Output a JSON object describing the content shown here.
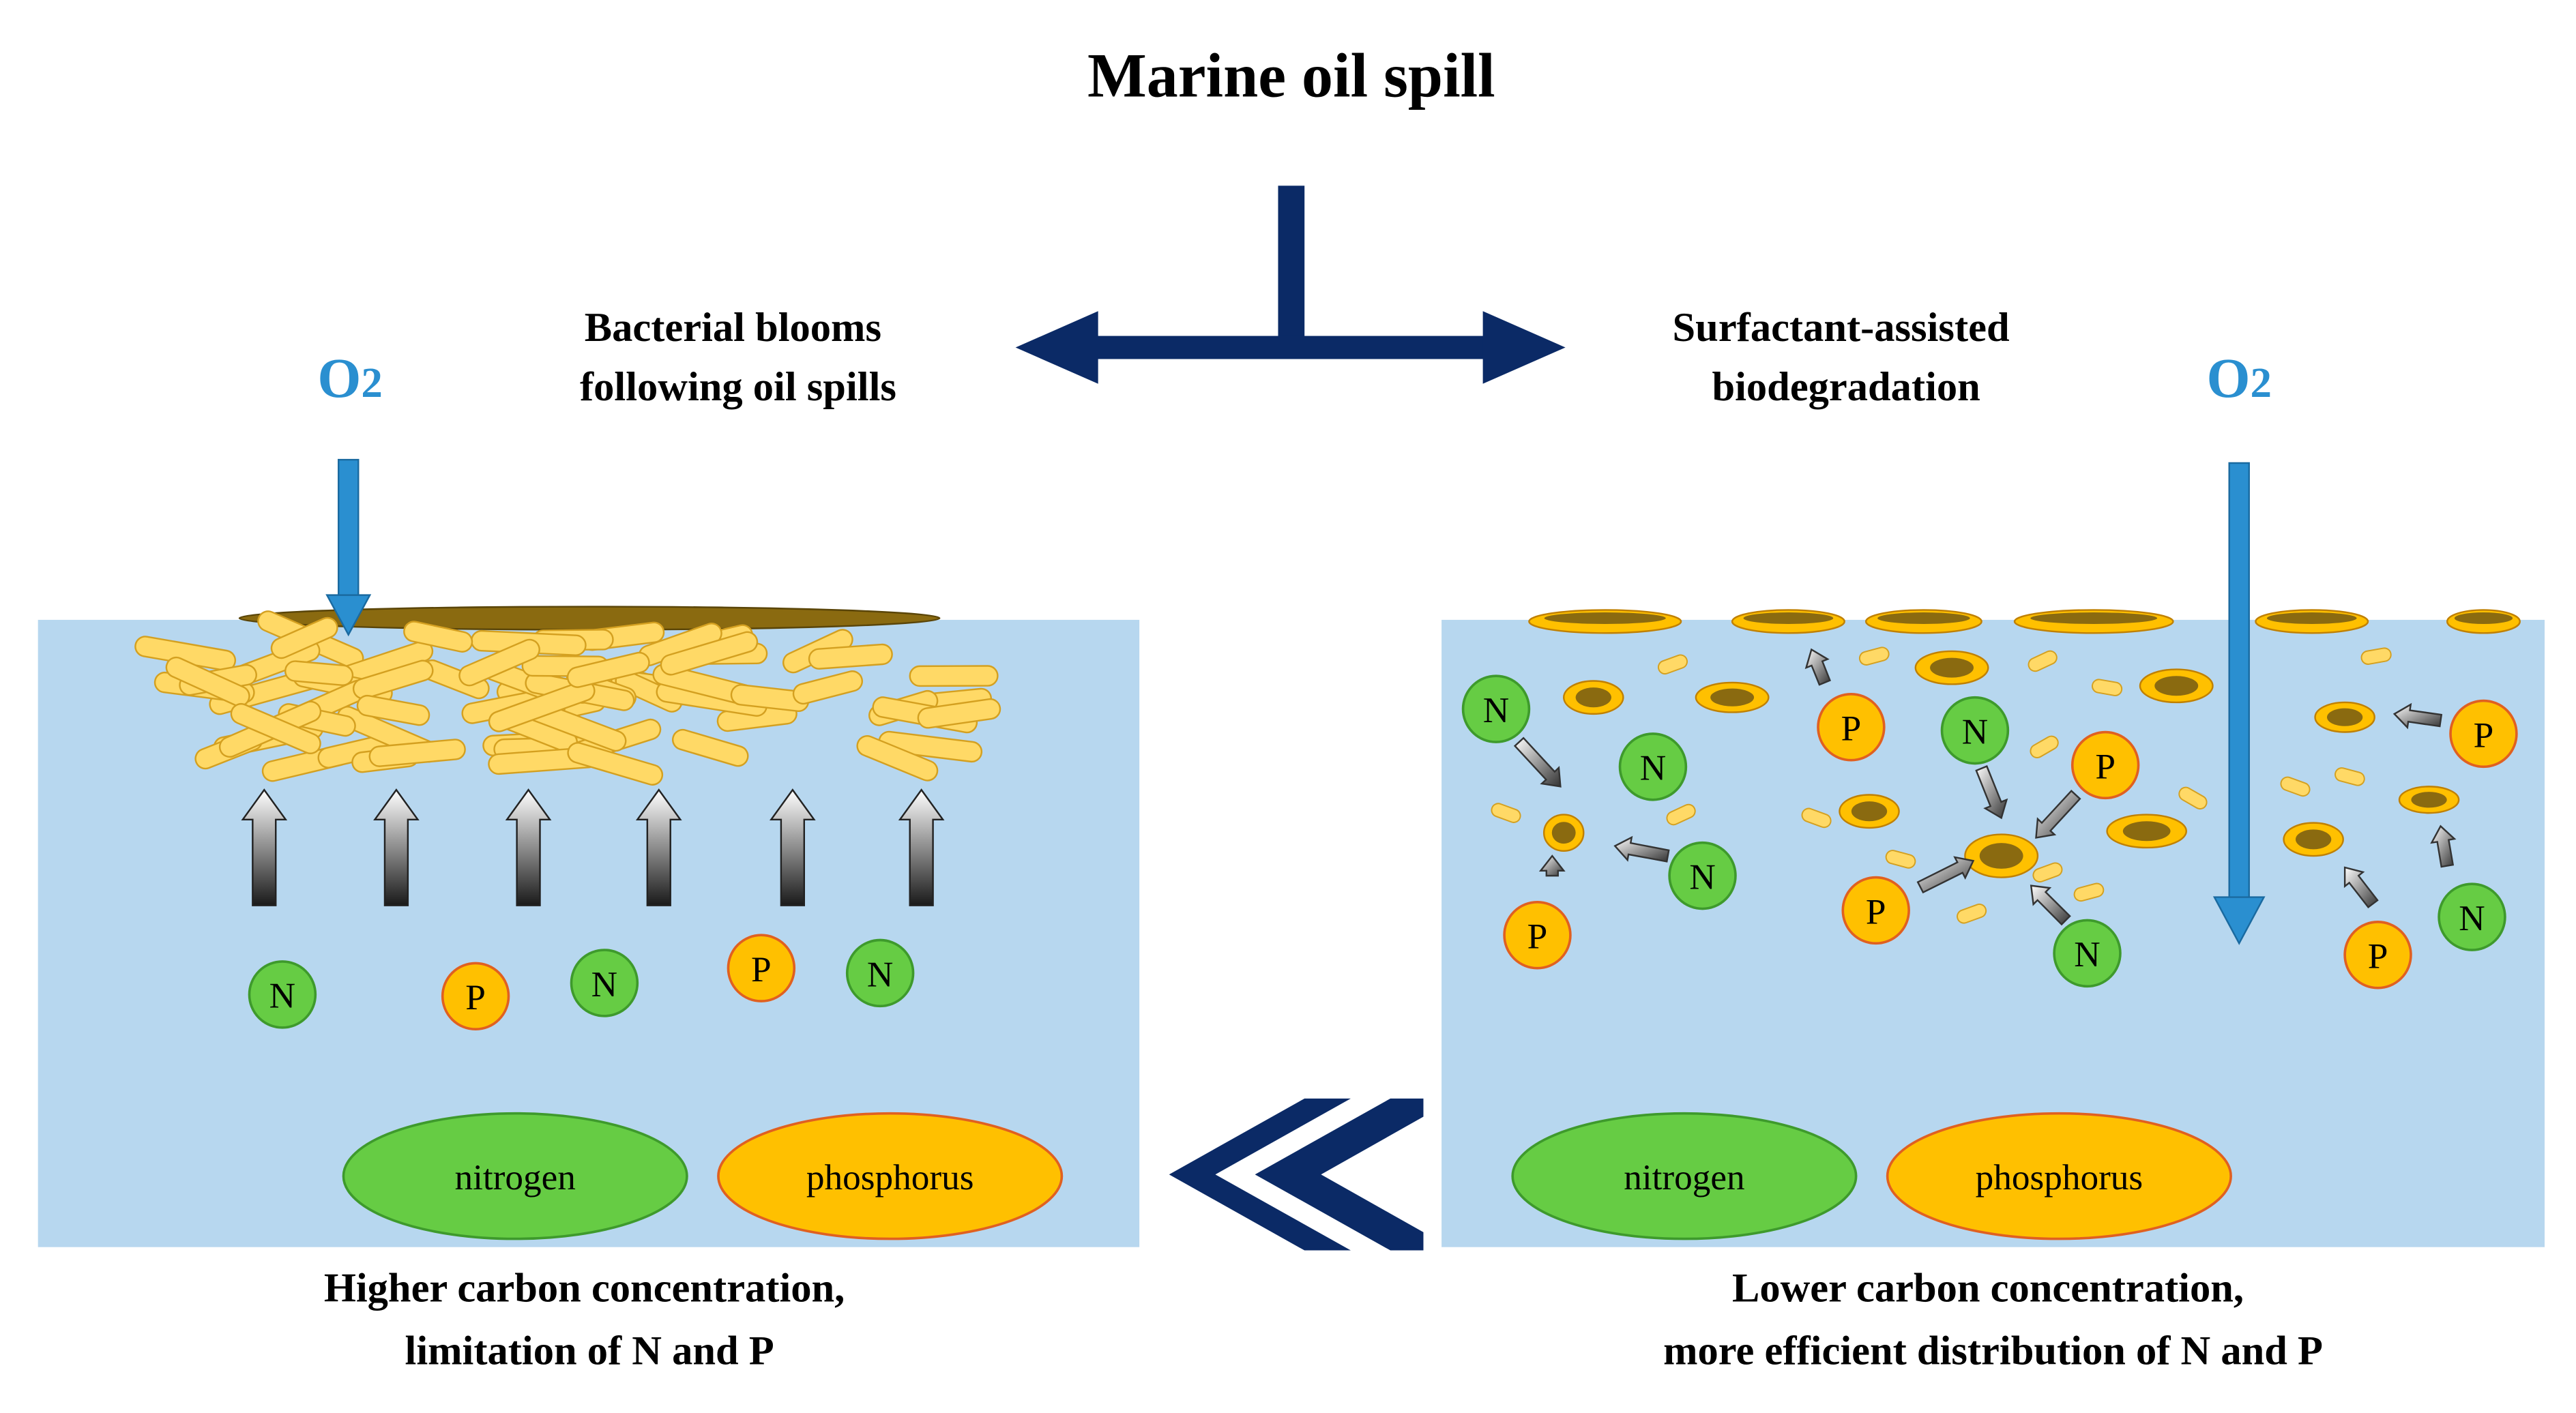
{
  "title": "Marine oil spill",
  "left_branch": {
    "heading_line1": "Bacterial blooms",
    "heading_line2": "following oil spills",
    "o2_label": "O2",
    "caption_line1": "Higher carbon concentration,",
    "caption_line2": "limitation of N and P",
    "nutrients": [
      {
        "symbol": "N",
        "kind": "nitrogen"
      },
      {
        "symbol": "P",
        "kind": "phosphorus"
      },
      {
        "symbol": "N",
        "kind": "nitrogen"
      },
      {
        "symbol": "P",
        "kind": "phosphorus"
      },
      {
        "symbol": "N",
        "kind": "nitrogen"
      }
    ],
    "legend_nitrogen": "nitrogen",
    "legend_phosphorus": "phosphorus"
  },
  "right_branch": {
    "heading_line1": "Surfactant-assisted",
    "heading_line2": "biodegradation",
    "o2_label": "O2",
    "caption_line1": "Lower carbon concentration,",
    "caption_line2": "more efficient distribution of N and P",
    "legend_nitrogen": "nitrogen",
    "legend_phosphorus": "phosphorus"
  },
  "colors": {
    "water": "#b7d7ef",
    "navy_arrow": "#0b2a66",
    "o2_blue": "#2a8fd0",
    "nitrogen_fill": "#66cc44",
    "phosphorus_fill": "#ffc000",
    "bacteria_fill": "#ffd966",
    "oil_fill": "#8a6a10"
  }
}
